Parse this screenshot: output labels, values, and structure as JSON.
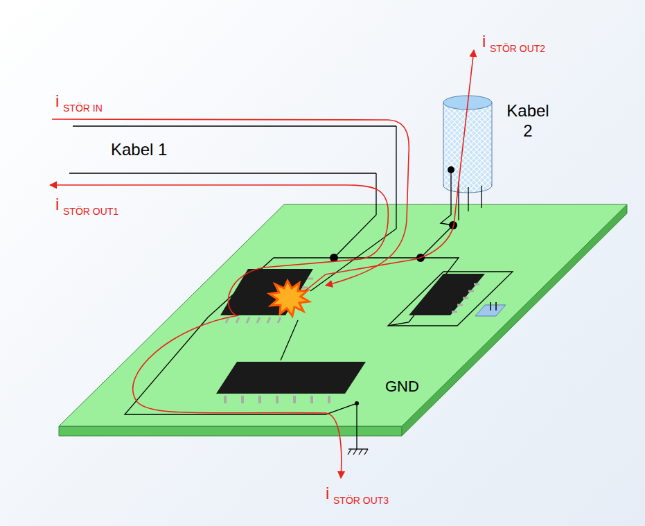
{
  "diagram": {
    "labels": [
      "i",
      "STÖR IN",
      "Kabel 1",
      "i",
      "STÖR OUT1",
      "i",
      "STÖR OUT2",
      "Kabel 2",
      "GND",
      "i",
      "STÖR OUT3"
    ]
  }
}
